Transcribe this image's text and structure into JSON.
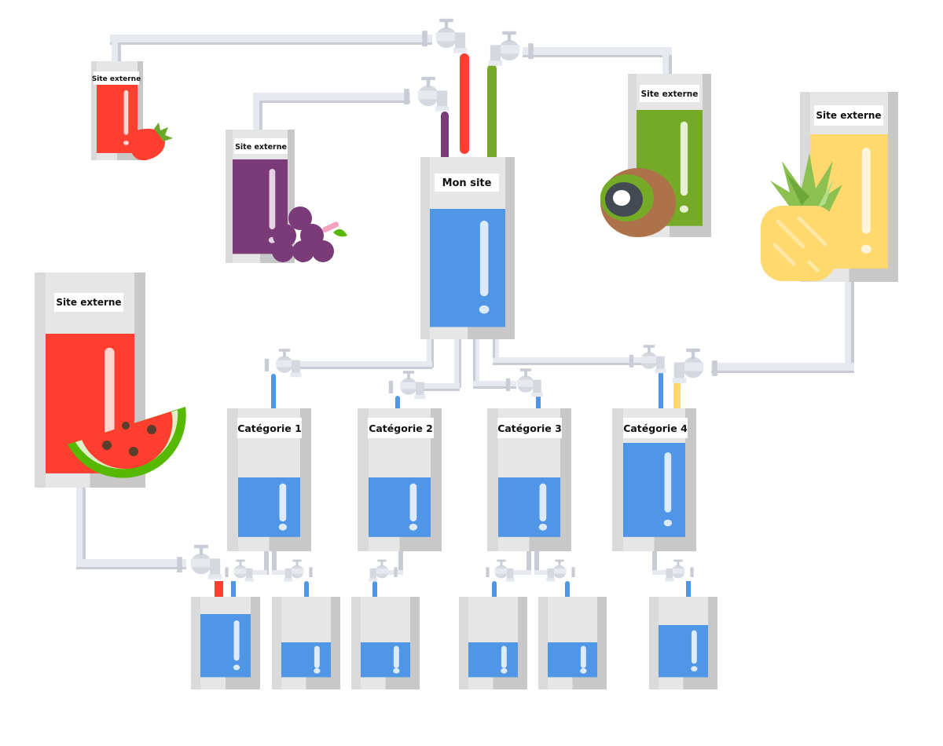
{
  "title": "Flux de liens entre sites externes et catégories",
  "colors": {
    "strawberry": "#fe3e2f",
    "grape": "#7b3b78",
    "kiwi": "#75aa26",
    "pineapple": "#ffd96e",
    "watermelon": "#fe3e2f",
    "site": "#4f96e6",
    "pipe": "#e6e9f0",
    "pipe_shadow": "#c9ccd4",
    "tank": "#e6e6e6",
    "tank_side": "#c8c8c8"
  },
  "external_sites": [
    {
      "id": "strawberry",
      "label": "Site externe",
      "fruit": "strawberry-icon",
      "fill": 0.78
    },
    {
      "id": "grape",
      "label": "Site externe",
      "fruit": "grape-icon",
      "fill": 0.8
    },
    {
      "id": "kiwi",
      "label": "Site externe",
      "fruit": "kiwi-icon",
      "fill": 0.84
    },
    {
      "id": "pineapple",
      "label": "Site externe",
      "fruit": "pineapple-icon",
      "fill": 0.8
    },
    {
      "id": "watermelon",
      "label": "Site externe",
      "fruit": "watermelon-icon",
      "fill": 0.7
    }
  ],
  "main_site": {
    "label": "Mon site",
    "fill": 0.66
  },
  "categories": [
    {
      "label": "Catégorie 1",
      "fill": 0.47
    },
    {
      "label": "Catégorie 2",
      "fill": 0.47
    },
    {
      "label": "Catégorie 3",
      "fill": 0.47
    },
    {
      "label": "Catégorie 4",
      "fill": 0.7
    }
  ],
  "pages": [
    {
      "name": "page-1",
      "fill": 0.72
    },
    {
      "name": "page-2",
      "fill": 0.45
    },
    {
      "name": "page-3",
      "fill": 0.45
    },
    {
      "name": "page-4",
      "fill": 0.45
    },
    {
      "name": "page-5",
      "fill": 0.45
    },
    {
      "name": "page-6",
      "fill": 0.62
    }
  ]
}
